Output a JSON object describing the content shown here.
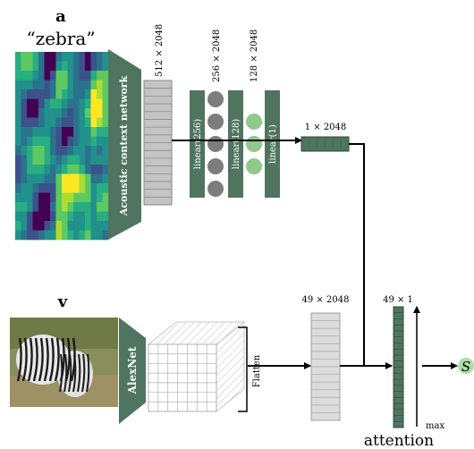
{
  "audio_branch": {
    "panel_letter": "a",
    "word": "“zebra”",
    "network_label": "Acoustic context network",
    "dim_512": "512 × 2048",
    "dim_256": "256 × 2048",
    "dim_128": "128 × 2048",
    "linear_256": "linear(256)",
    "linear_128": "linear(128)",
    "linear_1": "linear(1)",
    "dim_1": "1 × 2048"
  },
  "visual_branch": {
    "panel_letter": "v",
    "network_label": "AlexNet",
    "flatten_label": "Flatten",
    "dim_49": "49 × 2048",
    "dim_49x1": "49 × 1",
    "max_label": "max"
  },
  "output": {
    "symbol": "S",
    "attention_label": "attention"
  },
  "colors": {
    "dark_green": "#4f7560",
    "light_green": "#8fca8c",
    "gray_block": "#c4c4c4",
    "circle_gray": "#7d7d7d",
    "output_bubble": "#a9e0a6"
  }
}
